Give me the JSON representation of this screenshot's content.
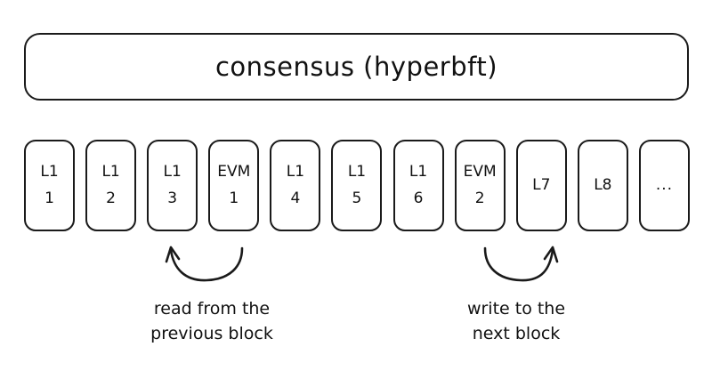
{
  "diagram": {
    "banner": {
      "label": "consensus (hyperbft)"
    },
    "blocks": [
      {
        "line1": "L1",
        "line2": "1"
      },
      {
        "line1": "L1",
        "line2": "2"
      },
      {
        "line1": "L1",
        "line2": "3"
      },
      {
        "line1": "EVM",
        "line2": "1"
      },
      {
        "line1": "L1",
        "line2": "4"
      },
      {
        "line1": "L1",
        "line2": "5"
      },
      {
        "line1": "L1",
        "line2": "6"
      },
      {
        "line1": "EVM",
        "line2": "2"
      },
      {
        "line1": "L7",
        "line2": ""
      },
      {
        "line1": "L8",
        "line2": ""
      },
      {
        "line1": "...",
        "line2": ""
      }
    ],
    "annotations": [
      {
        "name": "read-annotation",
        "line1": "read from the",
        "line2": "previous block",
        "arrow": "curve-left-up"
      },
      {
        "name": "write-annotation",
        "line1": "write to the",
        "line2": "next block",
        "arrow": "curve-right-up"
      }
    ],
    "colors": {
      "stroke": "#1a1a1a",
      "text": "#111111",
      "background": "#ffffff"
    }
  }
}
